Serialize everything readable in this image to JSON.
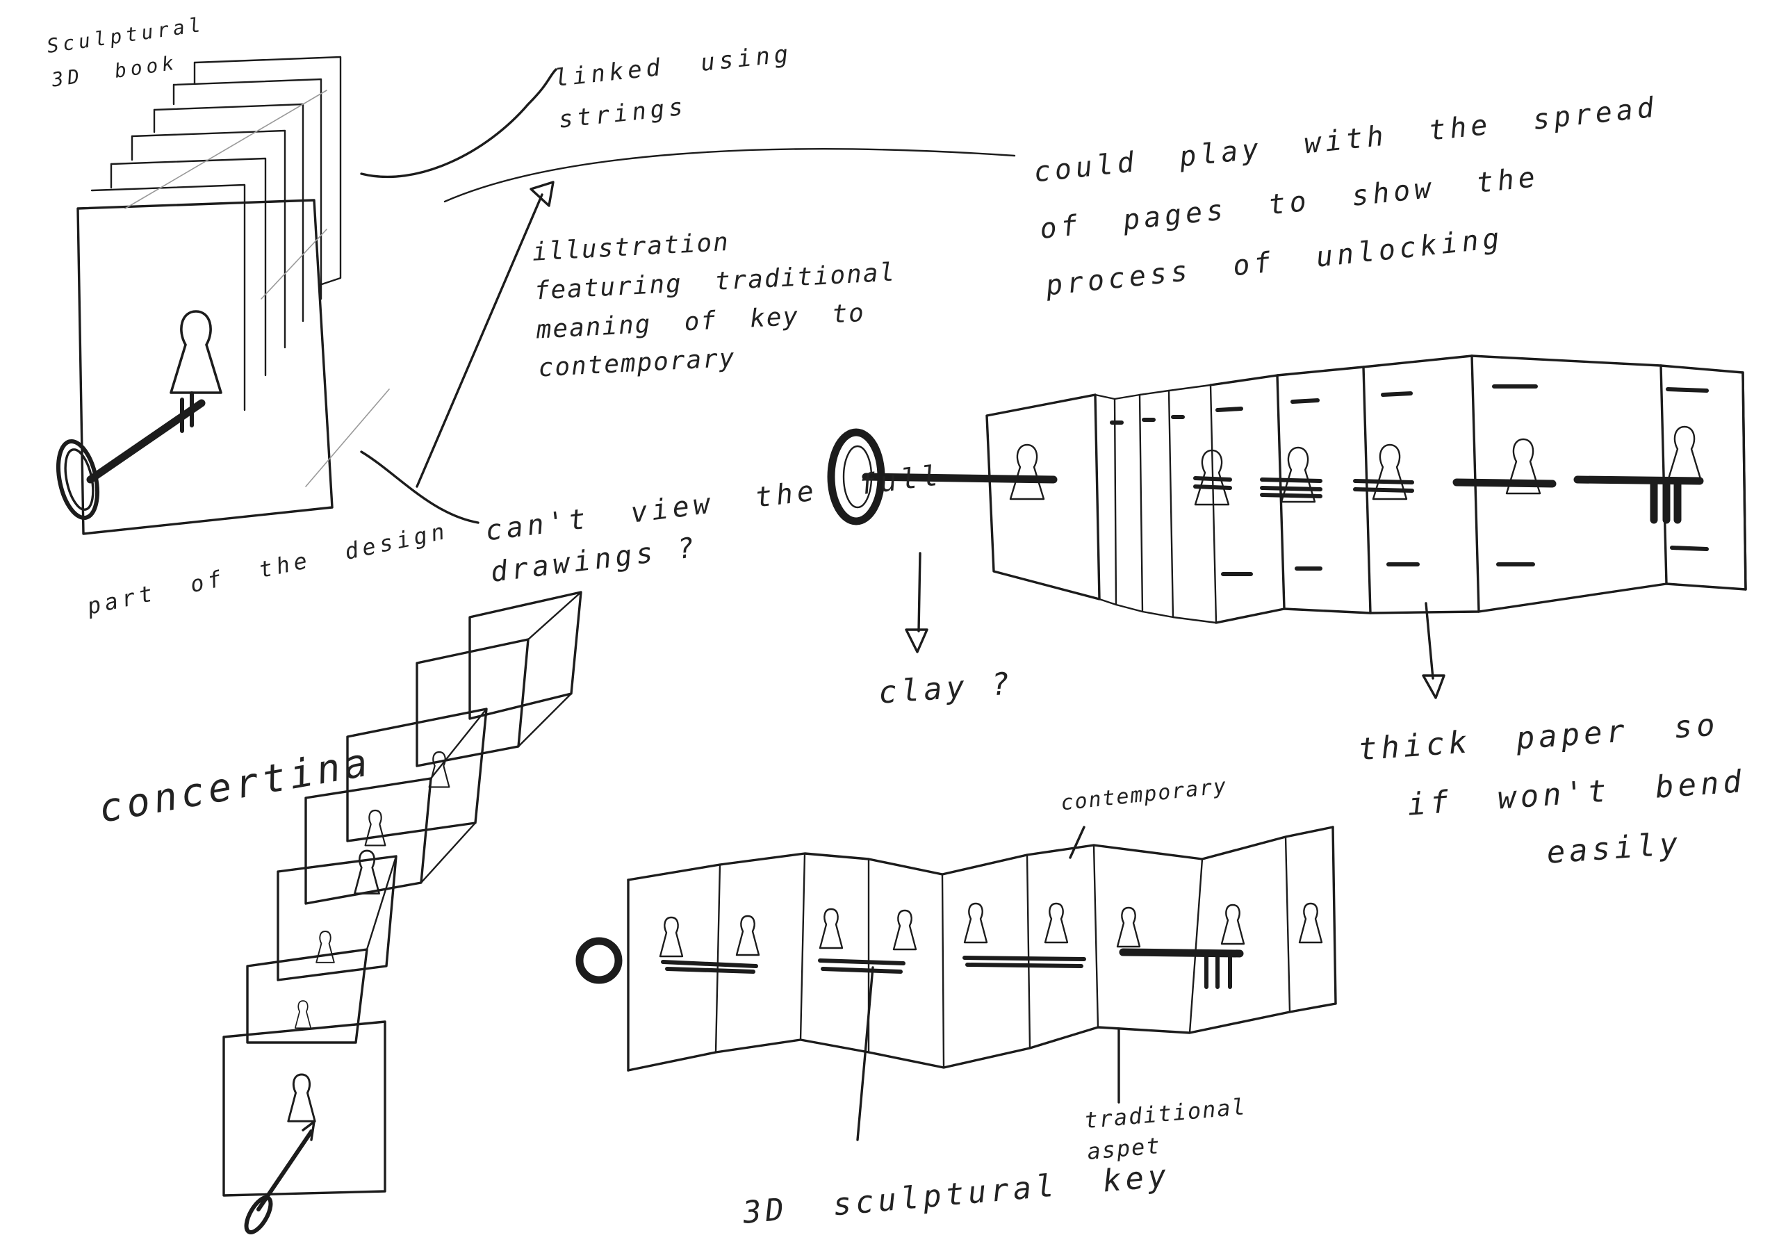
{
  "notes": {
    "sculptural_book": "Sculptural\n3D  book",
    "linked_strings": "linked  using\nstrings",
    "spread_pages": "could  play  with  the  spread\nof  pages  to  show  the\nprocess  of  unlocking",
    "illustration": "illustration\nfeaturing  traditional\nmeaning  of  key  to\ncontemporary",
    "cant_view": "can't  view  the  full\ndrawings ?",
    "part_of_design": "part  of  the  design",
    "clay": "clay ?",
    "thick_paper": "thick  paper  so\n  if  won't  bend\n        easily",
    "concertina": "concertina",
    "contemporary": "contemporary",
    "traditional_aspect": "traditional\naspet",
    "sculptural_key": "3D  sculptural  key"
  }
}
